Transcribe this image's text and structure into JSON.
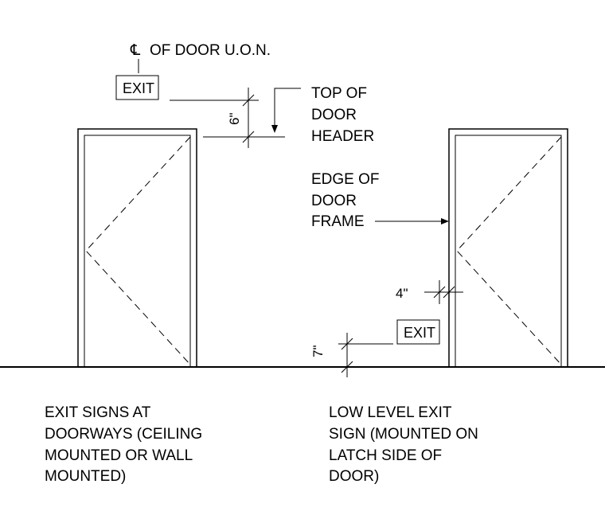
{
  "centerline_note": {
    "symbol": "℄",
    "text": "OF DOOR U.O.N."
  },
  "sign_label": "EXIT",
  "dimensions": {
    "header_clearance": "6\"",
    "frame_offset": "4\"",
    "floor_clearance": "7\""
  },
  "callouts": {
    "top_of_header": [
      "TOP OF",
      "DOOR",
      "HEADER"
    ],
    "edge_of_frame": [
      "EDGE OF",
      "DOOR",
      "FRAME"
    ]
  },
  "captions": {
    "left": [
      "EXIT SIGNS AT",
      "DOORWAYS (CEILING",
      "MOUNTED OR WALL",
      "MOUNTED)"
    ],
    "right": [
      "LOW LEVEL EXIT",
      "SIGN (MOUNTED ON",
      "LATCH SIDE OF",
      "DOOR)"
    ]
  }
}
